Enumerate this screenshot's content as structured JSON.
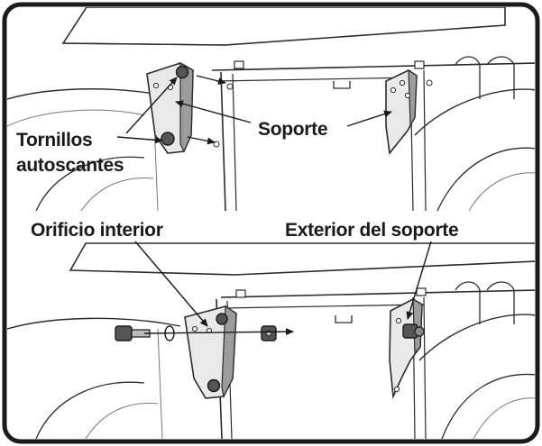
{
  "labels": {
    "self_tapping_screws_line1": "Tornillos",
    "self_tapping_screws_line2": "autoscantes",
    "bracket": "Soporte",
    "inner_hole": "Orificio interior",
    "bracket_outside": "Exterior del soporte"
  },
  "colors": {
    "line": "#2b2b2b",
    "light_line": "#777777",
    "bracket_fill": "#e9e9e9",
    "bracket_dark": "#9c9c9c",
    "frame": "#1a1a1a"
  }
}
